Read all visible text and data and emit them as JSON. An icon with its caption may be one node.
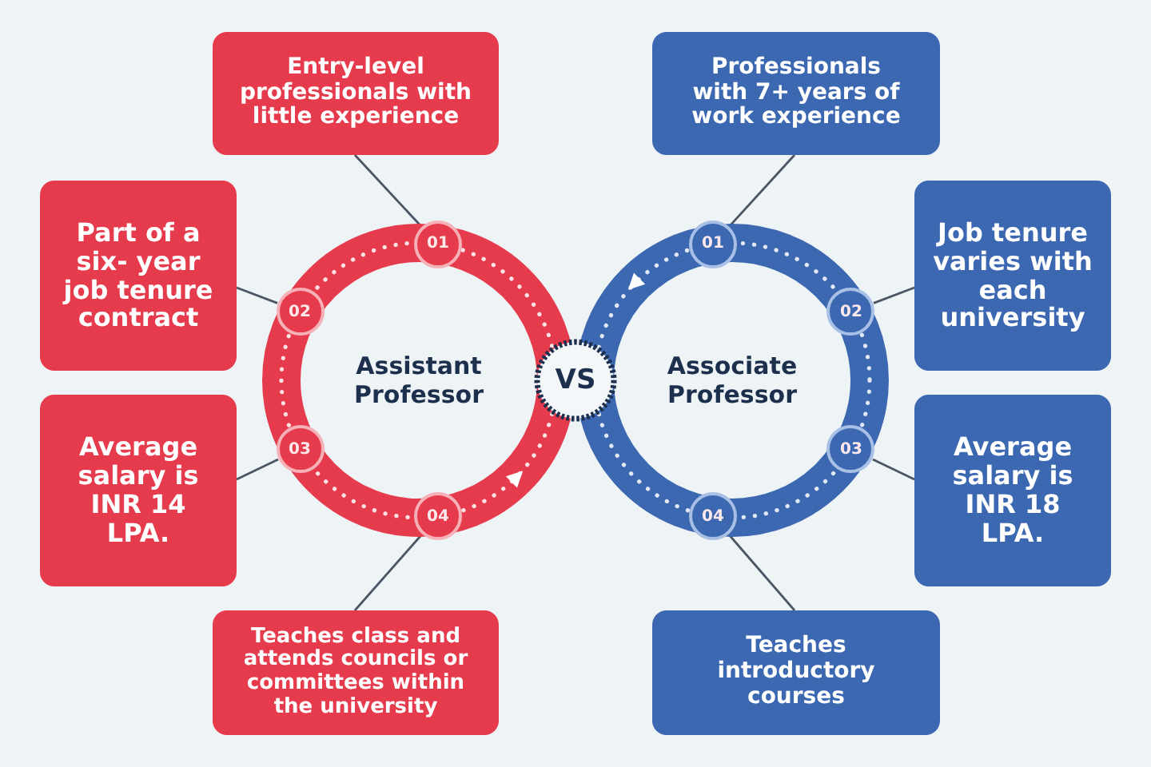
{
  "diagram": {
    "nodes": [
      {
        "text": [
          "Assistant Professor"
        ]
      },
      {
        "text": [
          "VS"
        ]
      },
      {
        "text": [
          "Associate Professor"
        ]
      },
      {
        "text": [
          "01"
        ]
      },
      {
        "text": [
          "02"
        ]
      },
      {
        "text": [
          "03"
        ]
      },
      {
        "text": [
          "04"
        ]
      },
      {
        "text": [
          "Entry-level professionals with little experience"
        ]
      },
      {
        "text": [
          "Part of a six- year job tenure contract"
        ]
      },
      {
        "text": [
          "Average salary is INR 14 LPA."
        ]
      },
      {
        "text": [
          "Teaches class and attends councils or committees within the university"
        ]
      },
      {
        "text": [
          "01"
        ]
      },
      {
        "text": [
          "02"
        ]
      },
      {
        "text": [
          "03"
        ]
      },
      {
        "text": [
          "04"
        ]
      },
      {
        "text": [
          "Professionals with 7+ years of work experience"
        ]
      },
      {
        "text": [
          "Job tenure varies with each university"
        ]
      },
      {
        "text": [
          "Average salary is INR 18 LPA."
        ]
      },
      {
        "text": [
          "Teaches introductory courses"
        ]
      }
    ],
    "edges": [
      {
        "from": 3,
        "to": 7,
        "arrow": "none"
      },
      {
        "from": 4,
        "to": 8,
        "arrow": "none"
      },
      {
        "from": 5,
        "to": 9,
        "arrow": "none"
      },
      {
        "from": 6,
        "to": 10,
        "arrow": "none"
      },
      {
        "from": 11,
        "to": 15,
        "arrow": "none"
      },
      {
        "from": 12,
        "to": 16,
        "arrow": "none"
      },
      {
        "from": 13,
        "to": 17,
        "arrow": "none"
      },
      {
        "from": 14,
        "to": 18,
        "arrow": "none"
      }
    ]
  }
}
